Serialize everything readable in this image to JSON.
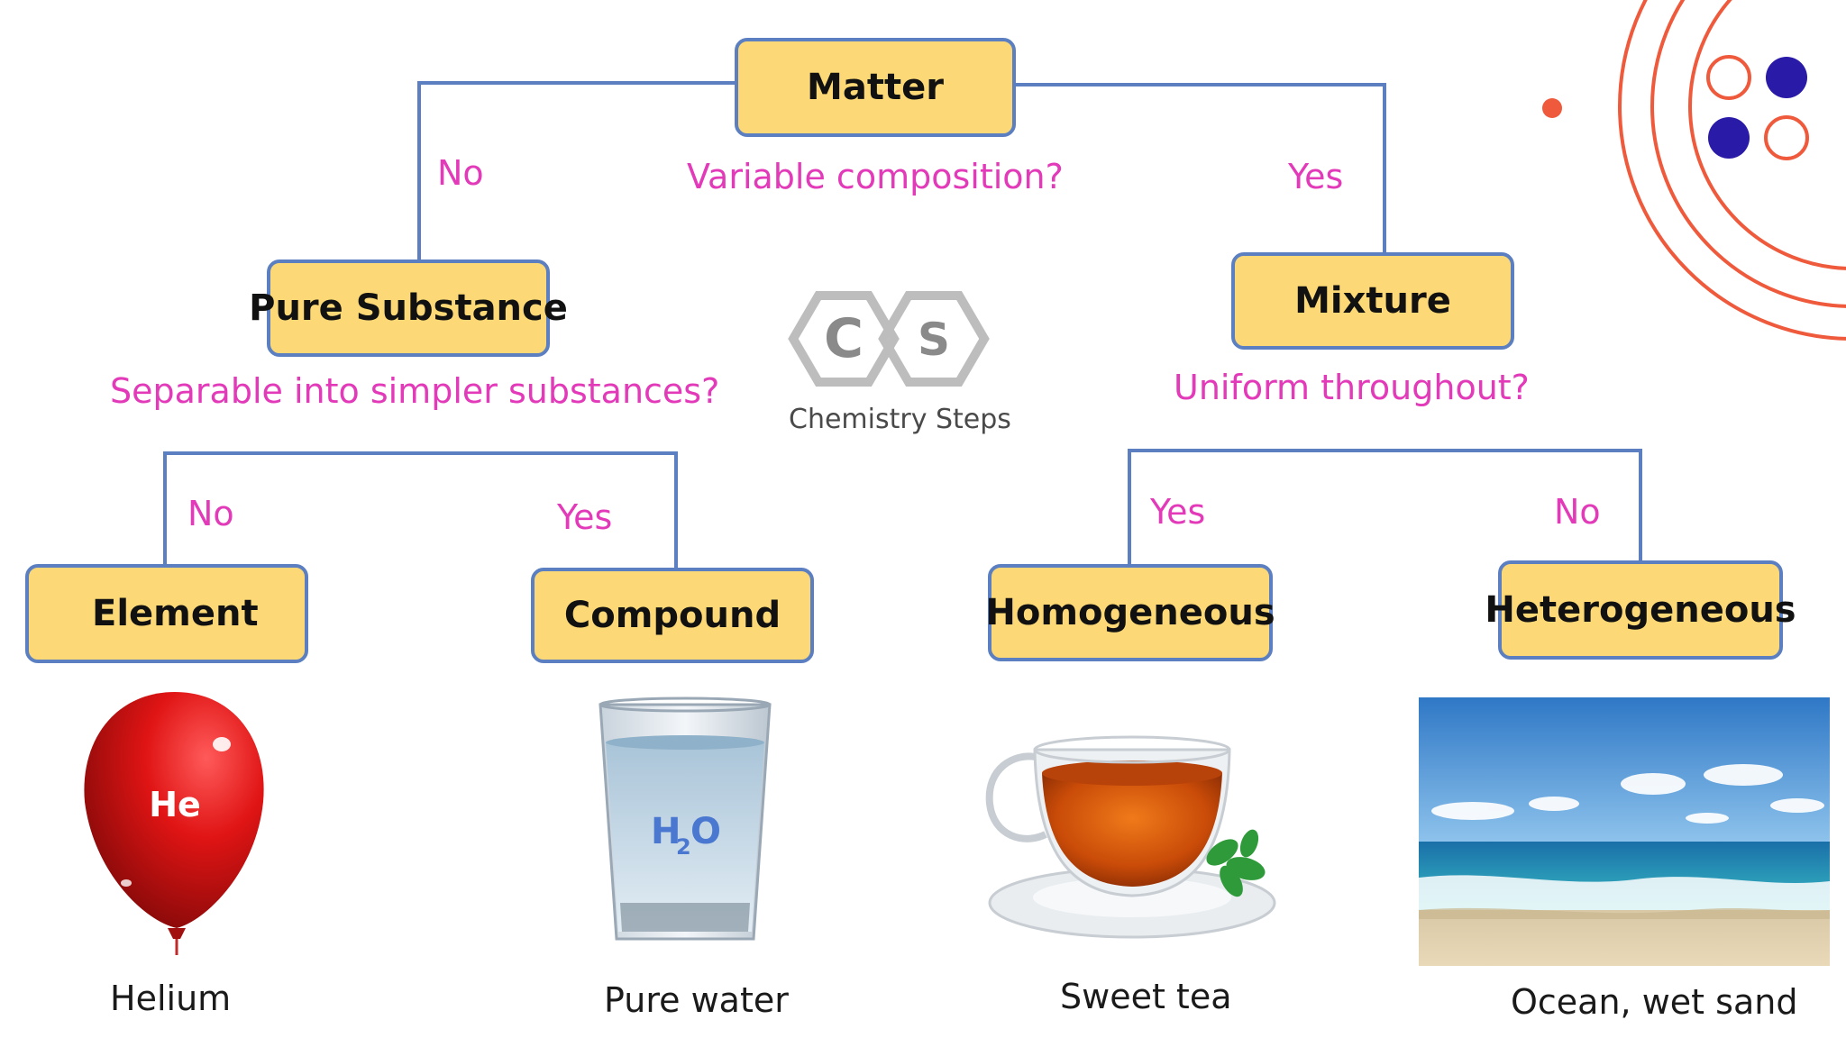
{
  "nodes": {
    "matter": "Matter",
    "pure_substance": "Pure Substance",
    "mixture": "Mixture",
    "element": "Element",
    "compound": "Compound",
    "homogeneous": "Homogeneous",
    "heterogeneous": "Heterogeneous"
  },
  "questions": {
    "variable_composition": "Variable composition?",
    "separable": "Separable into simpler substances?",
    "uniform": "Uniform throughout?"
  },
  "branch_labels": {
    "matter_no": "No",
    "matter_yes": "Yes",
    "pure_no": "No",
    "pure_yes": "Yes",
    "mixture_yes": "Yes",
    "mixture_no": "No"
  },
  "logo": {
    "letter_left": "C",
    "letter_right": "S",
    "name": "Chemistry Steps"
  },
  "examples": {
    "balloon_symbol": "He",
    "water_formula_main": "H",
    "water_formula_sub": "2",
    "water_formula_end": "O",
    "helium": "Helium",
    "pure_water": "Pure water",
    "sweet_tea": "Sweet tea",
    "ocean": "Ocean, wet sand"
  },
  "colors": {
    "node_fill": "#fcd976",
    "node_border": "#5b7fc1",
    "label": "#e23ab9",
    "connector": "#5b7fc1",
    "decor_orange": "#ef5a3c",
    "decor_navy": "#2a1aa8"
  }
}
